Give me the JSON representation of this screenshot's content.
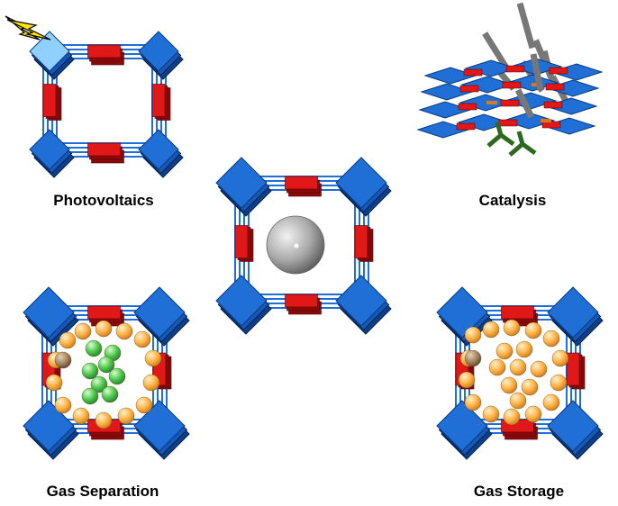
{
  "panels": [
    {
      "id": "photovoltaics",
      "label": "Photovoltaics",
      "guest": "light",
      "icon": "lightning-bolt-icon"
    },
    {
      "id": "catalysis",
      "label": "Catalysis",
      "guest": "catalyst-rods",
      "icon": "catalyst-rod-icon"
    },
    {
      "id": "center",
      "label": "",
      "guest": "sphere",
      "icon": "pore-sphere-icon"
    },
    {
      "id": "gas-separation",
      "label": "Gas Separation",
      "guest": "mixed-gas",
      "icon": "gas-molecule-icon"
    },
    {
      "id": "gas-storage",
      "label": "Gas Storage",
      "guest": "stored-gas",
      "icon": "gas-molecule-icon"
    }
  ],
  "colors": {
    "node": "#1f6fd6",
    "node_dark": "#0d3f8a",
    "linker": "#e01818",
    "linker_dark": "#8a0a0a",
    "highlight_node": "#8fd0ff",
    "bolt": "#ffe600",
    "sphere": "#a8a8a8",
    "gas_orange": "#ffb347",
    "gas_green": "#4fc74f",
    "gas_brown": "#a0805a",
    "rod_gray": "#777777",
    "rod_green": "#2d6a1f",
    "rod_orange": "#d87a1a"
  }
}
